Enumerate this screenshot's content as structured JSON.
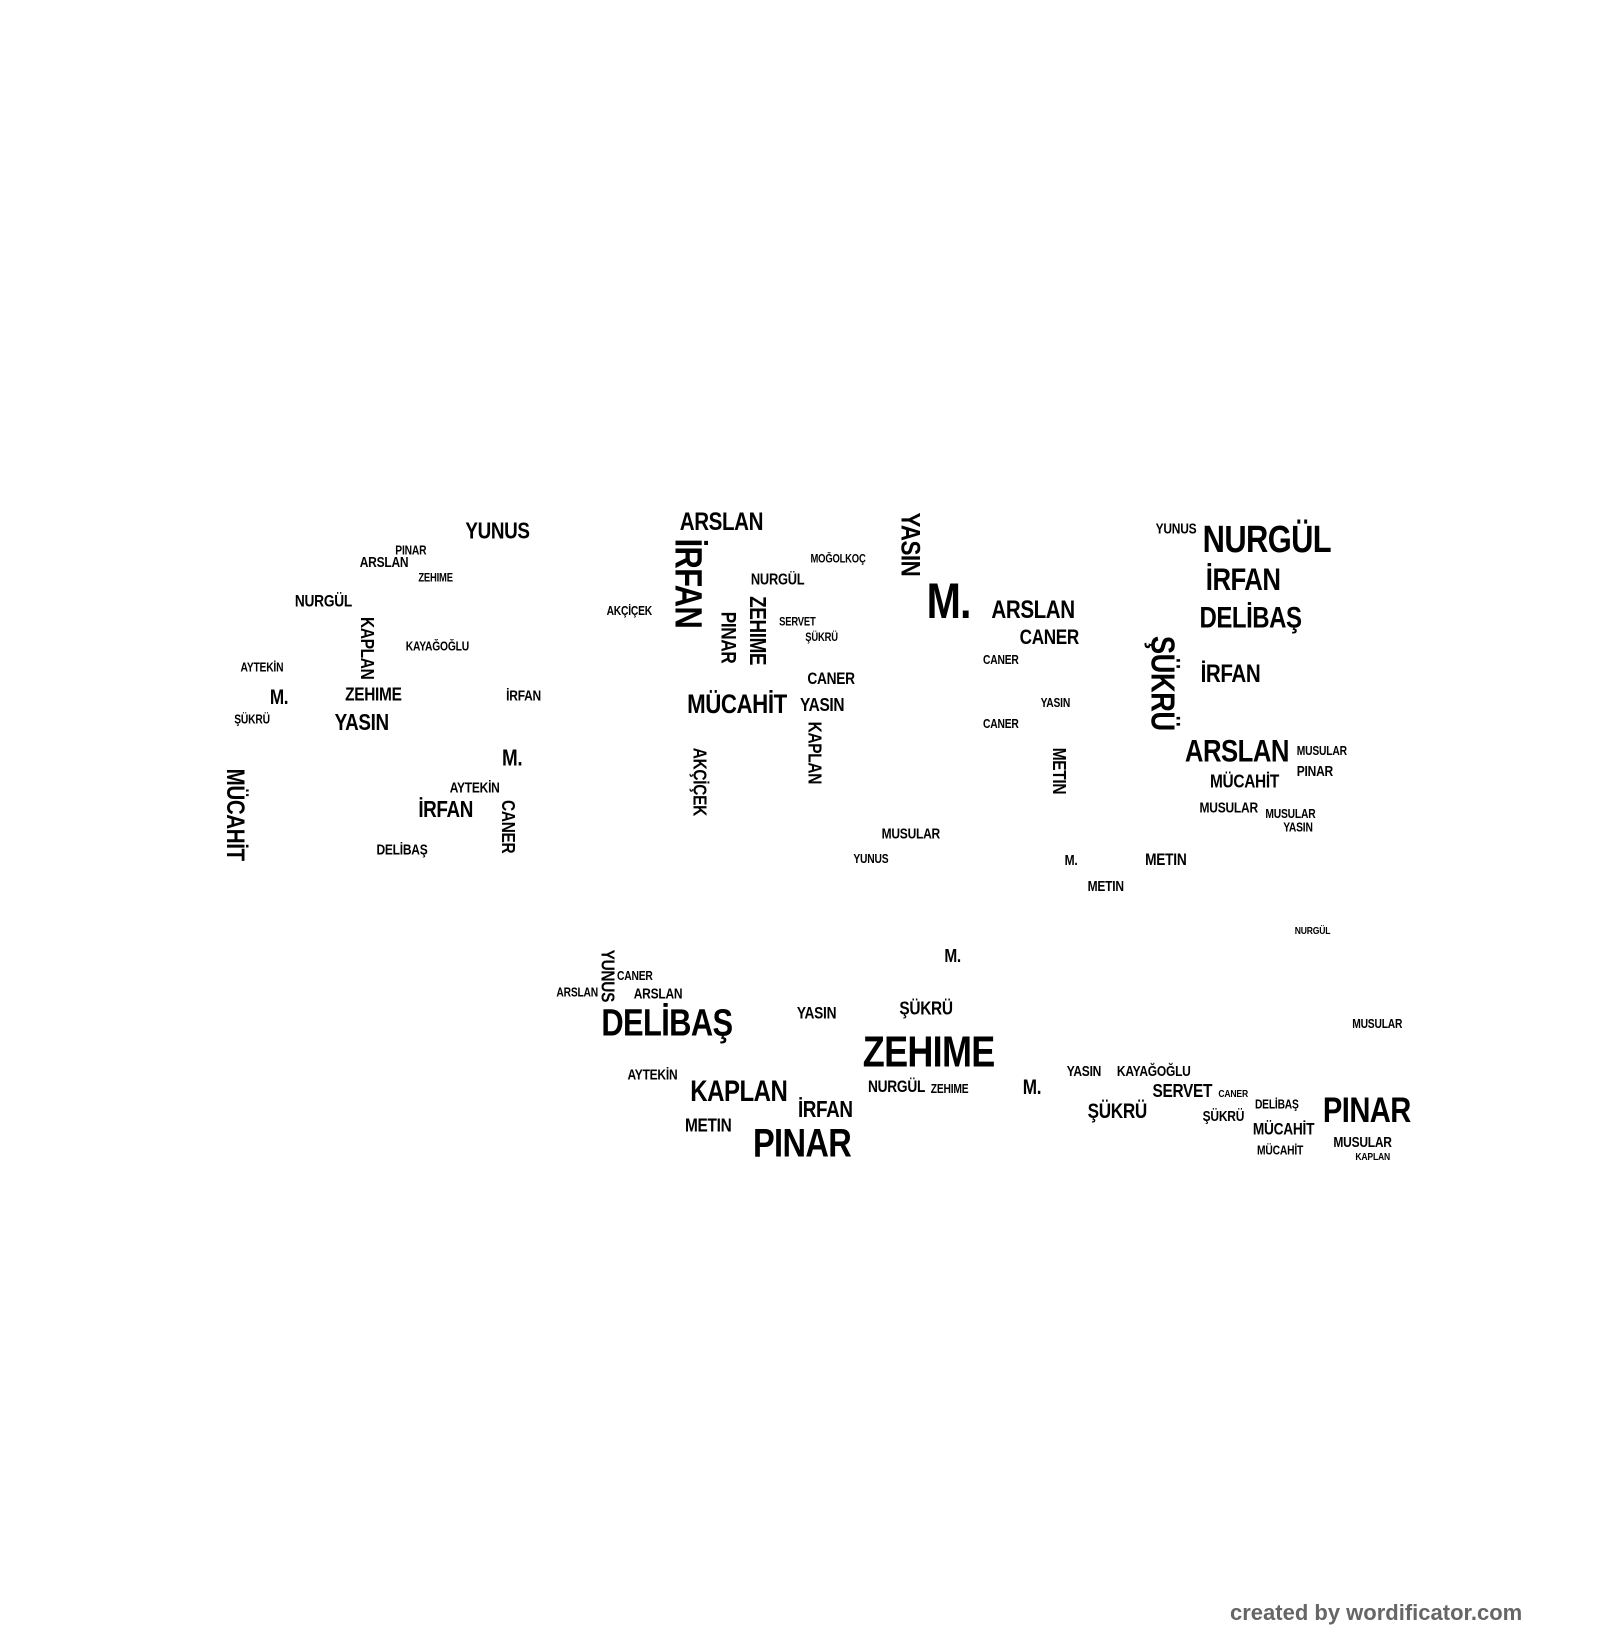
{
  "words": [
    "YUNUS",
    "ARSLAN",
    "İRFAN",
    "NURGÜL",
    "PINAR",
    "ZEHIME",
    "MÜCAHİT",
    "M.",
    "NURGÜL",
    "İRFAN",
    "DELİBAŞ",
    "ARSLAN",
    "CANER",
    "ŞÜKRÜ",
    "İRFAN",
    "ARSLAN",
    "MÜCAHİT",
    "MUSULAR",
    "YASIN",
    "METIN",
    "NURGÜL",
    "KAPLAN",
    "ZEHIME",
    "YASIN",
    "M.",
    "MÜCAHİT",
    "İRFAN",
    "CANER",
    "DELİBAŞ",
    "M.",
    "AKÇİÇEK",
    "KAPLAN",
    "YASIN",
    "CANER",
    "MUSULAR",
    "DELİBAŞ",
    "ZEHIME",
    "KAPLAN",
    "PINAR",
    "İRFAN",
    "METIN",
    "ŞÜKRÜ",
    "YASIN",
    "PINAR",
    "ŞÜKRÜ",
    "SERVET",
    "MÜCAHİT",
    "MUSULAR",
    "YUNUS",
    "M.",
    "YASIN",
    "KAYAĞOĞLU",
    "ARSLAN",
    "CANER",
    "PINAR",
    "KAYAĞOĞLU",
    "AYTEKİN",
    "ŞÜKRÜ",
    "AKÇİÇEK",
    "SERVET",
    "MOĞOLKOÇ",
    "YUNUS",
    "MUSULAR",
    "ŞÜKRÜ",
    "METIN",
    "CANER",
    "YASIN",
    "NURGÜL",
    "M.",
    "ARSLAN",
    "ZEHIME",
    "AYTEKİN",
    "MÜCAHİT",
    "KAPLAN",
    "CANER",
    "PINAR",
    "DELİBAŞ",
    "MUSULAR",
    "İRFAN",
    "YUNUS",
    "METIN",
    "ARSLAN",
    "AYTEKİN",
    "ZEHIME",
    "NURGÜL",
    "YASIN",
    "ŞÜKRÜ",
    "M.",
    "MUSULAR",
    "CANER"
  ],
  "footer": "created by wordificator.com"
}
